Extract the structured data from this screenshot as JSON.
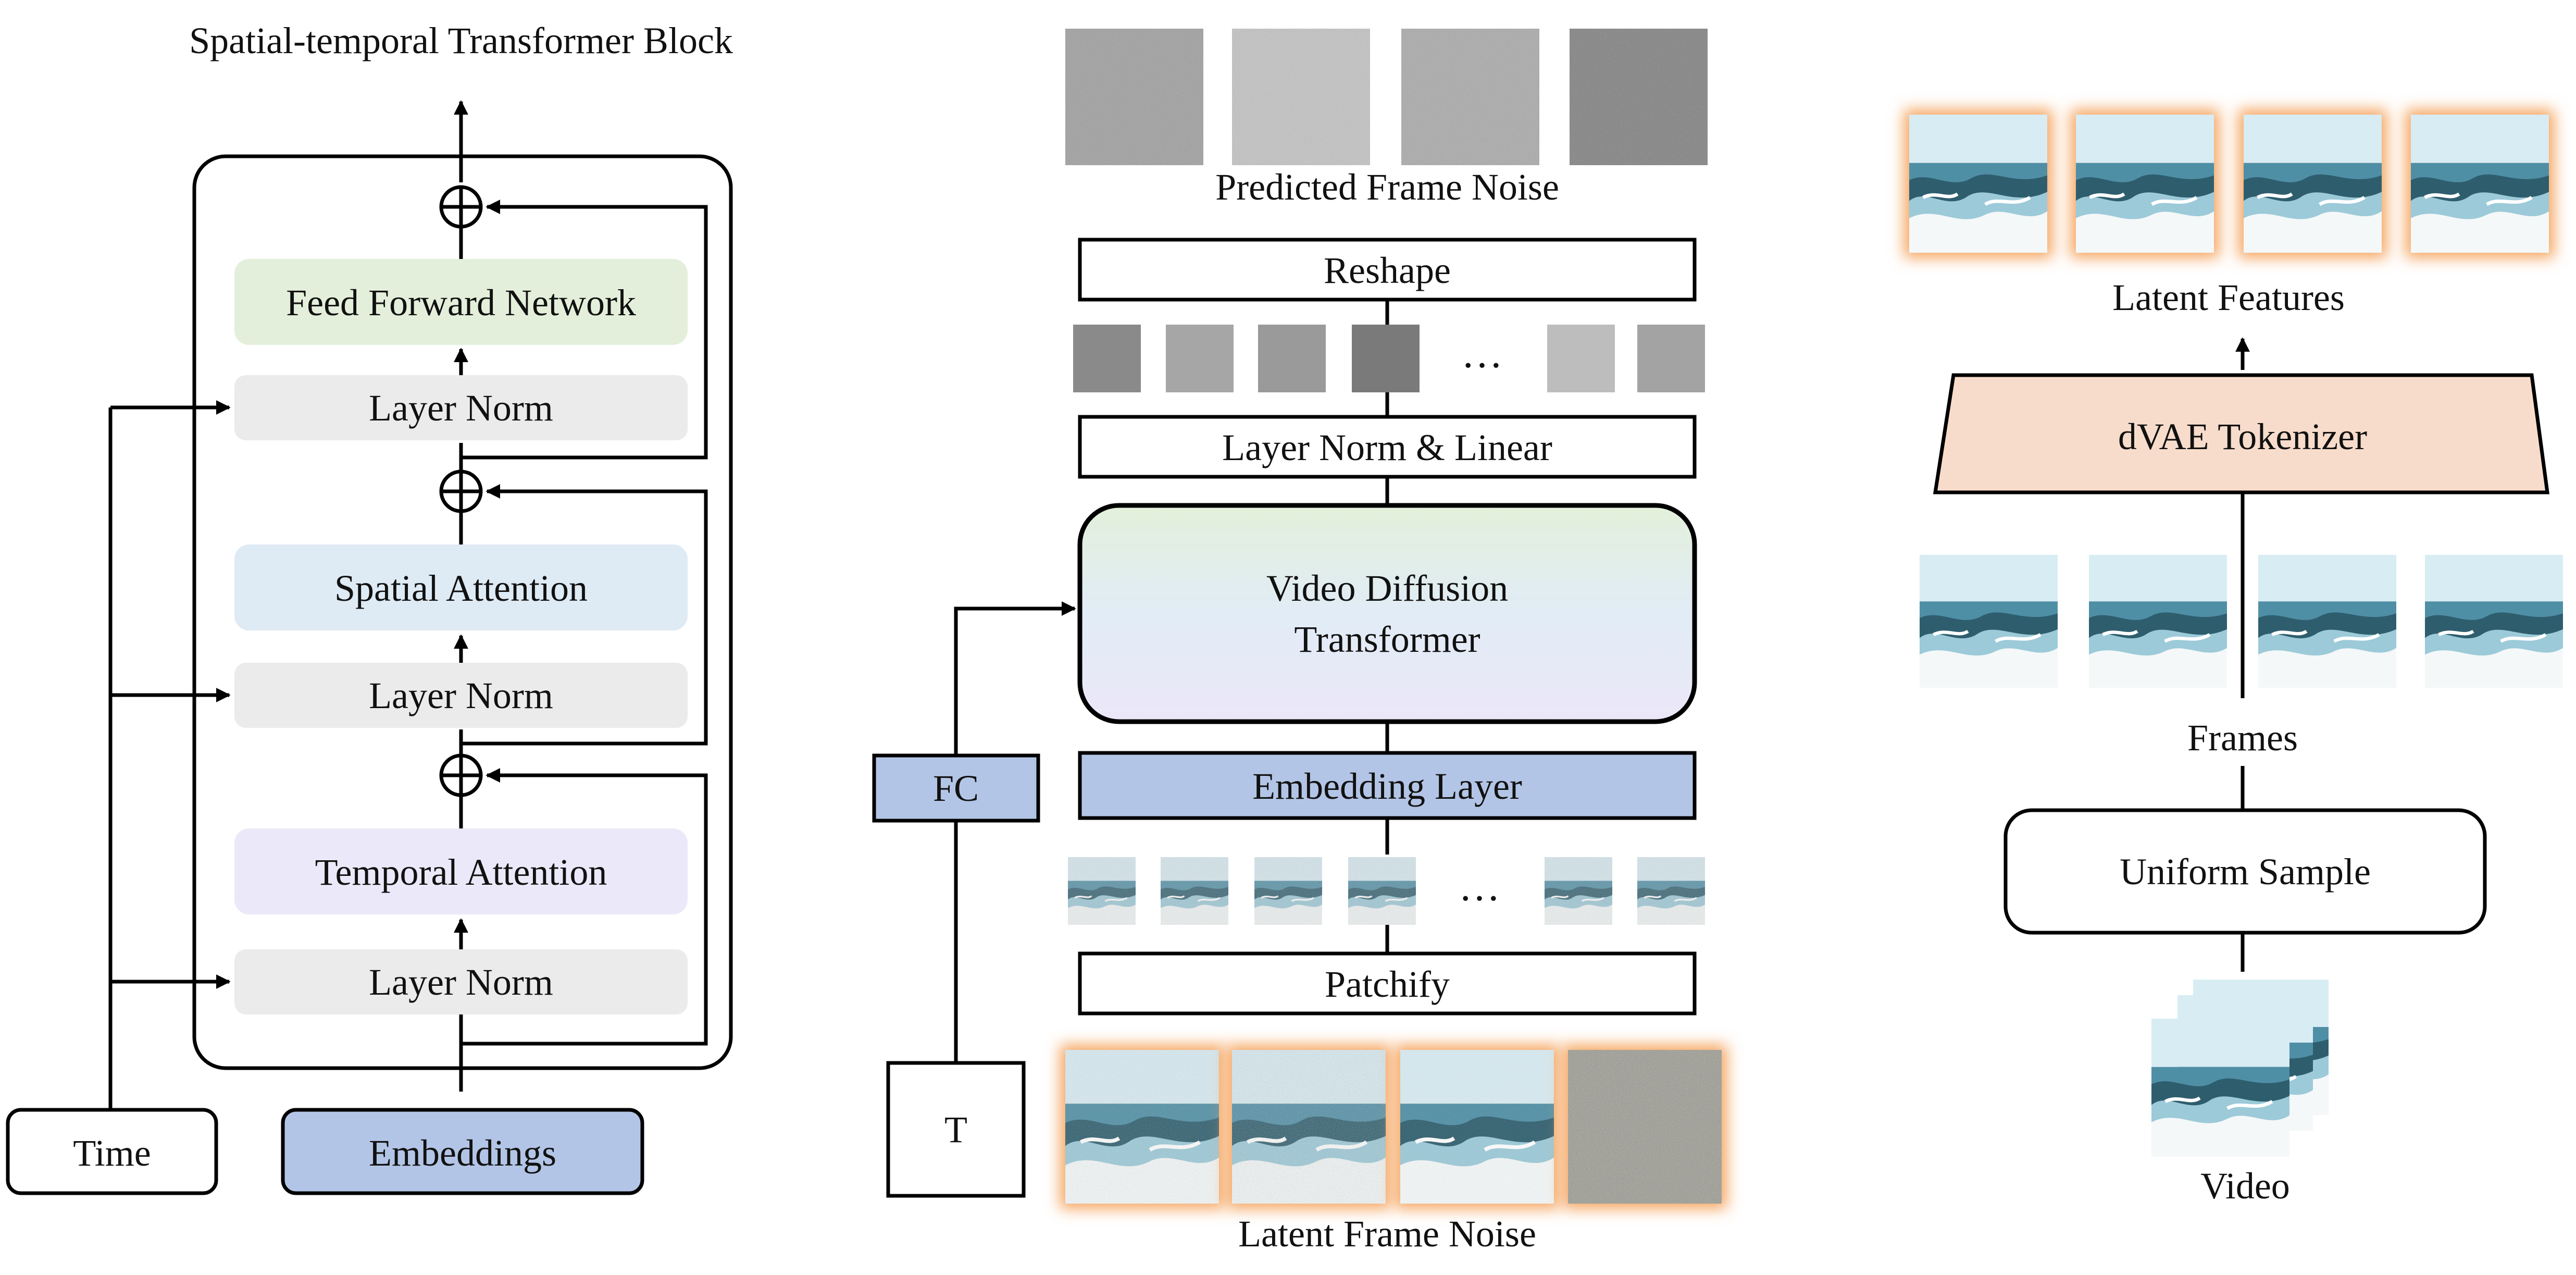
{
  "colors": {
    "ffn_fill": "#e3efda",
    "spatial_fill": "#deeaf4",
    "temporal_fill": "#ebe9f9",
    "layernorm_fill": "#ebebeb",
    "embedding_fill": "#b3c5e6",
    "fc_fill": "#b3c5e6",
    "tokenizer_fill": "#f8dccb",
    "glow": "#f5a45f",
    "ocean_dark": "#2e5e6e",
    "ocean_light": "#9ccad9",
    "sky": "#d8ecf3",
    "foam": "#f4f8f8"
  },
  "left_panel": {
    "title": "Spatial-temporal Transformer Block",
    "ffn_label": "Feed Forward Network",
    "layer_norm_label": "Layer Norm",
    "spatial_attention_label": "Spatial Attention",
    "temporal_attention_label": "Temporal Attention",
    "time_label": "Time",
    "embeddings_label": "Embeddings",
    "add_icon": "circle-plus-icon"
  },
  "middle_panel": {
    "predicted_noise_label": "Predicted Frame Noise",
    "reshape_label": "Reshape",
    "layer_norm_linear_label": "Layer Norm & Linear",
    "vdt_line1": "Video Diffusion",
    "vdt_line2": "Transformer",
    "embedding_layer_label": "Embedding Layer",
    "fc_label": "FC",
    "patchify_label": "Patchify",
    "t_label": "T",
    "latent_noise_label": "Latent Frame Noise",
    "ellipsis": "…",
    "noise_gray_levels": [
      "#9c9c9c",
      "#c4c4c4",
      "#a8a8a8",
      "#7a7a7a"
    ],
    "token_gray_levels": [
      "#8a8a8a",
      "#a6a6a6",
      "#9a9a9a",
      "#7a7a7a",
      "#bdbdbd",
      "#a3a3a3"
    ]
  },
  "right_panel": {
    "latent_features_label": "Latent Features",
    "tokenizer_label": "dVAE Tokenizer",
    "frames_label": "Frames",
    "uniform_sample_label": "Uniform Sample",
    "video_label": "Video"
  }
}
